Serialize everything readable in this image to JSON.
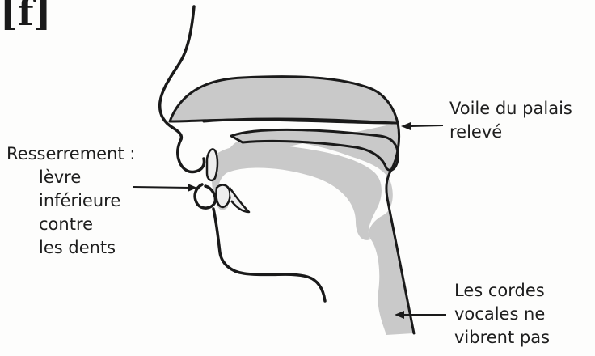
{
  "phoneme": "[f]",
  "labels": {
    "constriction": {
      "title": "Resserrement :",
      "lines": [
        "lèvre",
        "inférieure",
        "contre",
        "les dents"
      ]
    },
    "velum": [
      "Voile du palais",
      "relevé"
    ],
    "vocal_cords": [
      "Les cordes",
      "vocales ne",
      "vibrent pas"
    ]
  },
  "colors": {
    "fill": "#c9c9c9",
    "stroke": "#1a1a1a",
    "text": "#1e1e1e"
  }
}
